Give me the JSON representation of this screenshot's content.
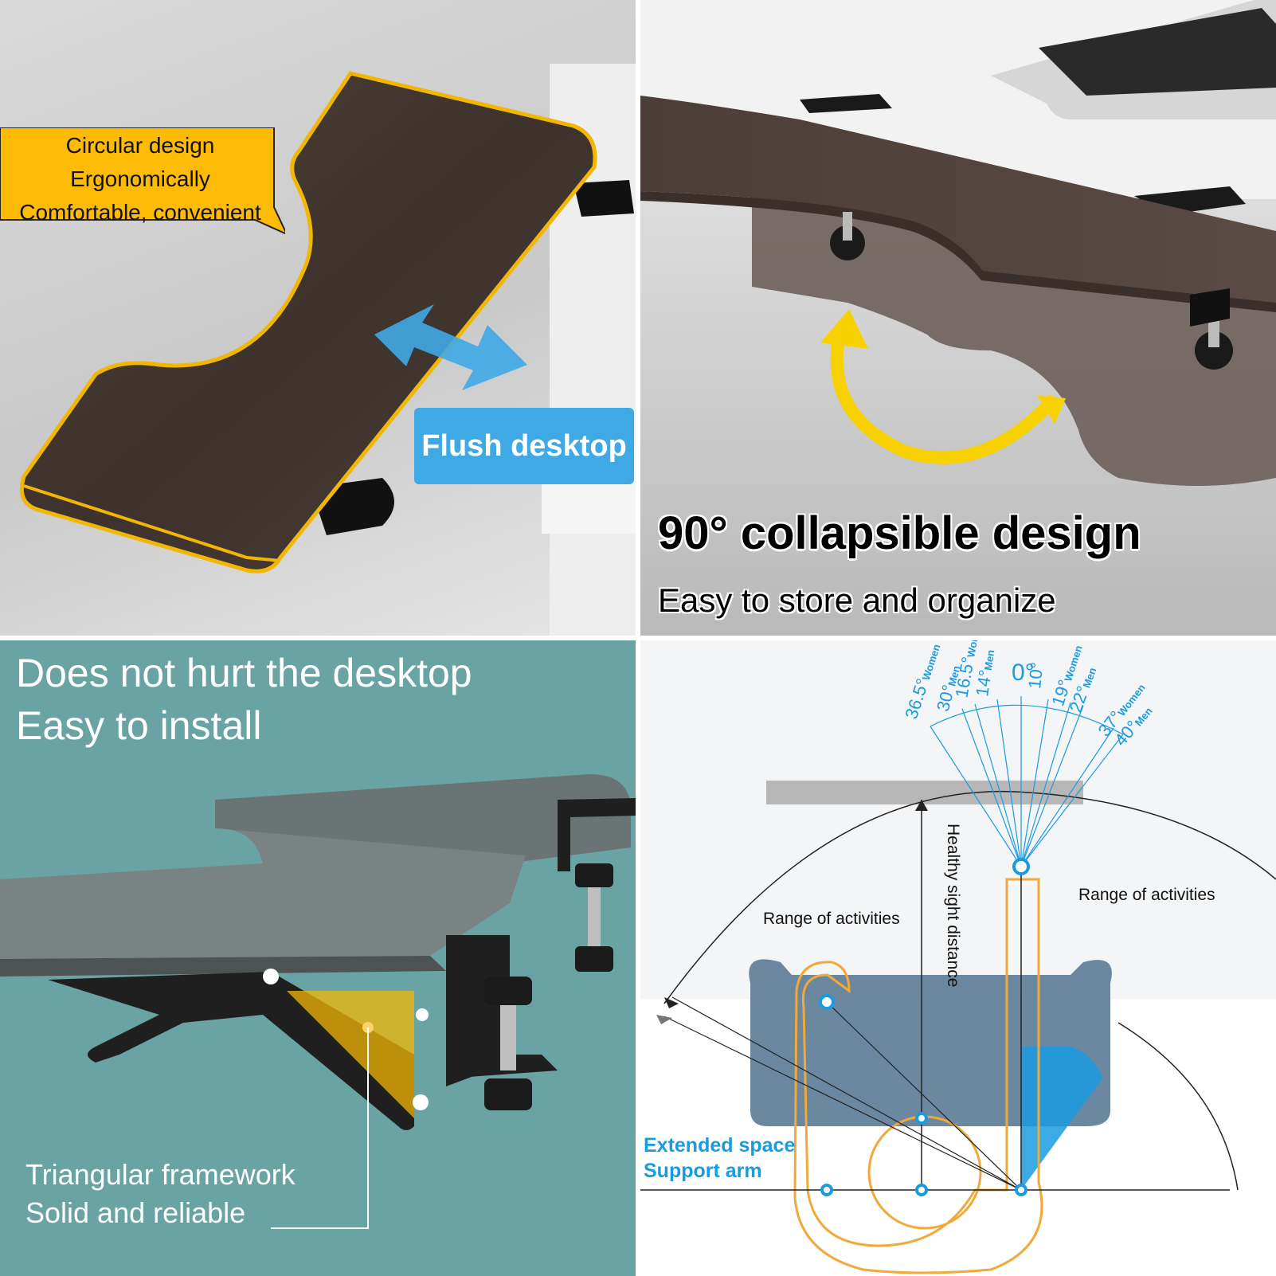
{
  "panel_top_left": {
    "callout_lines": [
      "Circular design",
      "Ergonomically",
      "Comfortable, convenient"
    ],
    "flush_label": "Flush desktop"
  },
  "panel_top_right": {
    "title": "90° collapsible design",
    "subtitle": "Easy to store and organize"
  },
  "panel_bottom_left": {
    "headline_1": "Does not hurt the desktop",
    "headline_2": "Easy to install",
    "caption_1": "Triangular framework",
    "caption_2": "Solid and reliable"
  },
  "panel_bottom_right": {
    "range_left": "Range of activities",
    "range_right": "Range of activities",
    "sight_label": "Healthy sight distance",
    "extended_1": "Extended space",
    "extended_2": "Support arm",
    "angles": [
      {
        "deg": "36.5°",
        "who": "Women"
      },
      {
        "deg": "30°",
        "who": "Men"
      },
      {
        "deg": "16.5°",
        "who": "Women"
      },
      {
        "deg": "14°",
        "who": "Men"
      },
      {
        "deg": "0°",
        "who": ""
      },
      {
        "deg": "10°",
        "who": ""
      },
      {
        "deg": "19°",
        "who": "Women"
      },
      {
        "deg": "22°",
        "who": "Men"
      },
      {
        "deg": "37°",
        "who": "Women"
      },
      {
        "deg": "40°",
        "who": "Men"
      }
    ],
    "accent_color": "#1a9be0",
    "arm_color": "#f2a93b"
  }
}
